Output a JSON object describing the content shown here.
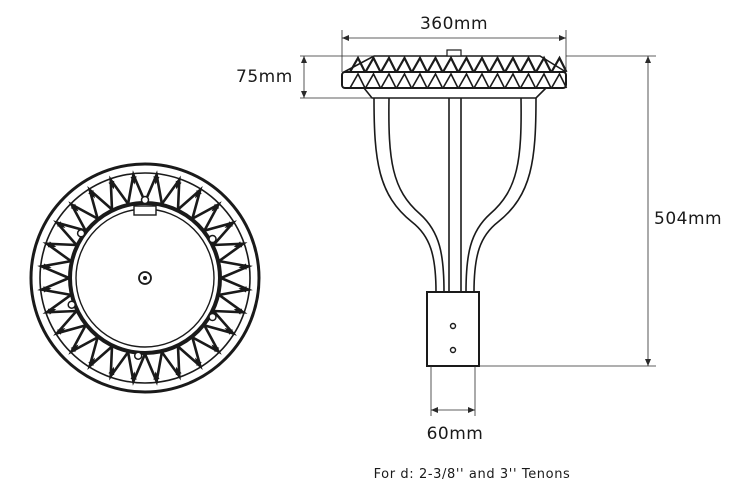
{
  "dimensions": {
    "width": "360mm",
    "height_head": "75mm",
    "height_total": "504mm",
    "tenon": "60mm"
  },
  "note": "For d: 2-3/8'' and 3'' Tenons",
  "colors": {
    "line": "#1a1a1a",
    "background": "#ffffff"
  }
}
